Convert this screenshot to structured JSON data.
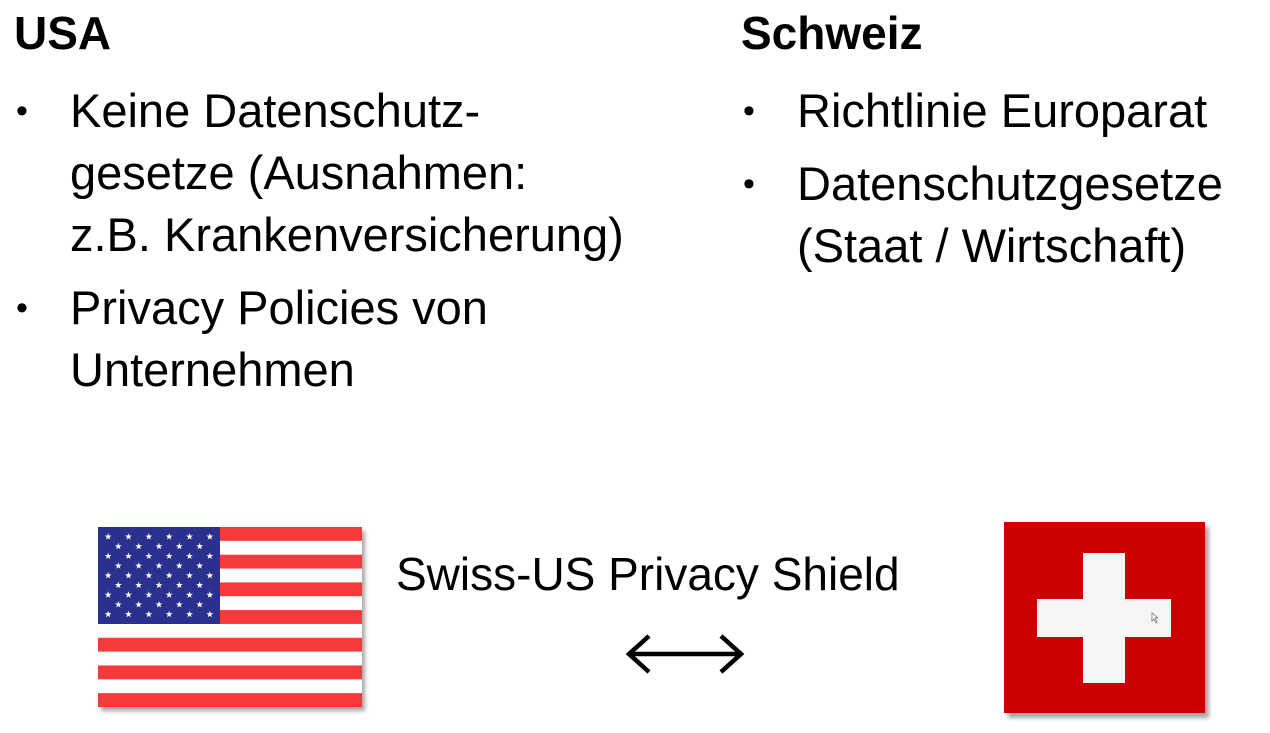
{
  "left": {
    "heading": "USA",
    "bullets": [
      {
        "line1": "Keine Datenschutz-",
        "line2": "gesetze (Ausnahmen:",
        "line3": "z.B. Krankenversicherung)"
      },
      {
        "line1": "Privacy Policies von",
        "line2": "Unternehmen"
      }
    ]
  },
  "right": {
    "heading": "Schweiz",
    "bullets": [
      {
        "line1": "Richtlinie Europarat"
      },
      {
        "line1": "Datenschutzgesetze",
        "line2": "(Staat / Wirtschaft)"
      }
    ]
  },
  "bottom": {
    "label": "Swiss-US Privacy Shield",
    "arrow_icon": "double-arrow-icon"
  },
  "bullet_symbol": "•",
  "colors": {
    "us_red": "#f6393b",
    "us_blue": "#2b2f8e",
    "ch_red": "#cc0000",
    "ch_cross": "#f5f5f5"
  }
}
